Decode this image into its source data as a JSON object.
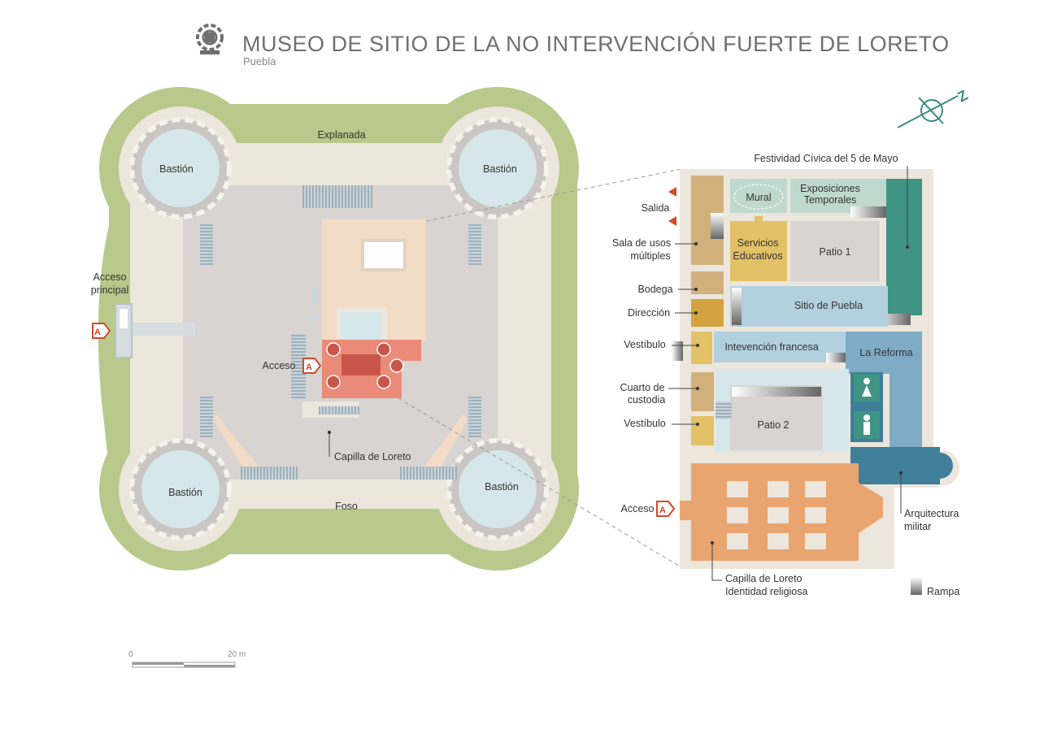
{
  "header": {
    "title": "MUSEO DE SITIO DE LA NO INTERVENCIÓN FUERTE DE LORETO",
    "subtitle": "Puebla"
  },
  "fort": {
    "explanada": "Explanada",
    "foso": "Foso",
    "bastion_tl": "Bastión",
    "bastion_tr": "Bastión",
    "bastion_bl": "Bastión",
    "bastion_br": "Bastión",
    "acceso_principal_1": "Acceso",
    "acceso_principal_2": "principal",
    "acceso": "Acceso",
    "capilla": "Capilla de Loreto"
  },
  "plan": {
    "festividad": "Festividad Cívica del 5 de Mayo",
    "salida": "Salida",
    "sala_usos_1": "Sala de usos",
    "sala_usos_2": "múltiples",
    "bodega": "Bodega",
    "direccion": "Dirección",
    "vestibulo_1": "Vestíbulo",
    "cuarto_1": "Cuarto de",
    "cuarto_2": "custodia",
    "vestibulo_2": "Vestíbulo",
    "acceso": "Acceso",
    "mural": "Mural",
    "exposiciones_1": "Exposiciones",
    "exposiciones_2": "Temporales",
    "servicios_1": "Servicios",
    "servicios_2": "Educativos",
    "patio1": "Patio 1",
    "sitio": "Sitio de Puebla",
    "intervencion": "Intevención francesa",
    "reforma": "La Reforma",
    "patio2": "Patio 2",
    "arquitectura_1": "Arquitectura",
    "arquitectura_2": "militar",
    "capilla_1": "Capilla de Loreto",
    "capilla_2": "Identidad religiosa",
    "rampa": "Rampa"
  },
  "scale": {
    "start": "0",
    "end": "20 m"
  },
  "colors": {
    "grass": "#b8c98b",
    "wall": "#ece6dc",
    "courtyard": "#d9d4d2",
    "bastion": "#d5e7ea",
    "building": "#f3dcc6",
    "chapel_highlight": "#ea8a78",
    "room_tan": "#d2b07c",
    "room_yellow": "#e3c167",
    "room_teal": "#3f9484",
    "room_lightteal": "#bfd9cf",
    "room_lightblue": "#b3d0de",
    "room_blue": "#7fabc6",
    "room_darkblue": "#3f7f9a",
    "room_orange": "#e9a570",
    "accent": "#d04a2c",
    "compass": "#3e8a80"
  },
  "icons": [
    "museum-logo-icon",
    "compass-icon",
    "entrance-a-icon",
    "exit-arrow-icon",
    "restroom-women-icon",
    "restroom-men-icon",
    "ramp-icon"
  ]
}
